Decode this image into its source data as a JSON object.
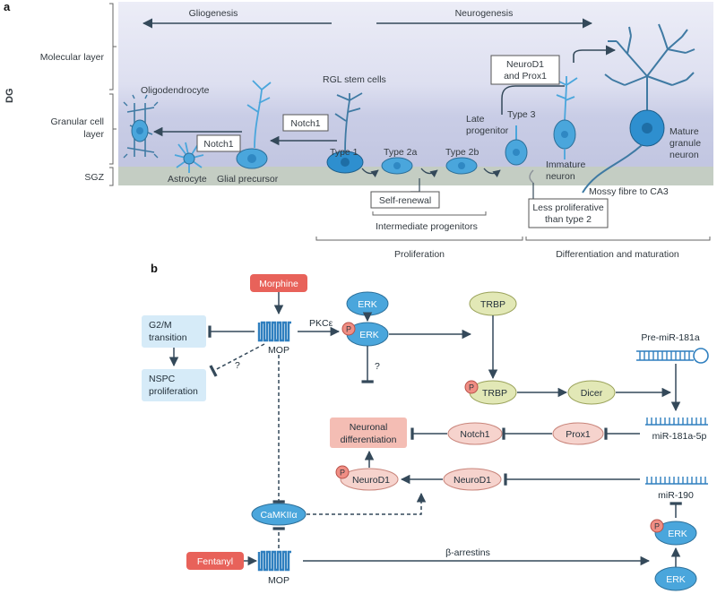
{
  "panel_a": {
    "letter": "a",
    "dg": "DG",
    "layers": {
      "molecular": "Molecular layer",
      "granular_1": "Granular cell",
      "granular_2": "layer",
      "sgz": "SGZ"
    },
    "arrows": {
      "gliogenesis": "Gliogenesis",
      "neurogenesis": "Neurogenesis"
    },
    "cells": {
      "oligodendrocyte": "Oligodendrocyte",
      "astrocyte": "Astrocyte",
      "glial_precursor": "Glial precursor",
      "rgl": "RGL stem cells",
      "type1": "Type 1",
      "type2a": "Type 2a",
      "type2b": "Type 2b",
      "late_progenitor_1": "Late",
      "late_progenitor_2": "progenitor",
      "type3": "Type 3",
      "immature_1": "Immature",
      "immature_2": "neuron",
      "mature_1": "Mature",
      "mature_2": "granule",
      "mature_3": "neuron"
    },
    "boxes": {
      "notch1_a": "Notch1",
      "notch1_b": "Notch1",
      "neurod1_prox1_1": "NeuroD1",
      "neurod1_prox1_2": "and Prox1",
      "self_renewal": "Self-renewal",
      "less_prolif_1": "Less proliferative",
      "less_prolif_2": "than type 2"
    },
    "labels": {
      "mossy": "Mossy fibre to CA3",
      "intermediate": "Intermediate progenitors",
      "proliferation": "Proliferation",
      "differentiation": "Differentiation and maturation"
    }
  },
  "panel_b": {
    "letter": "b",
    "morphine": "Morphine",
    "fentanyl": "Fentanyl",
    "mop_top": "MOP",
    "mop_bottom": "MOP",
    "g2m_1": "G2/M",
    "g2m_2": "transition",
    "nspc_1": "NSPC",
    "nspc_2": "proliferation",
    "question_1": "?",
    "question_2": "?",
    "pkc": "PKCε",
    "erk_top": "ERK",
    "erk_p": "ERK",
    "trbp": "TRBP",
    "trbp_p": "TRBP",
    "dicer": "Dicer",
    "pre_mir": "Pre-miR-181a",
    "mir181": "miR-181a-5p",
    "prox1": "Prox1",
    "notch1": "Notch1",
    "neuronal_1": "Neuronal",
    "neuronal_2": "differentiation",
    "neurod1_p": "NeuroD1",
    "neurod1": "NeuroD1",
    "mir190": "miR-190",
    "camkii": "CaMKIIα",
    "arrestins": "β-arrestins",
    "erk_right_p": "ERK",
    "erk_right": "ERK",
    "p": "P"
  },
  "colors": {
    "blue_node": "#4aa6dc",
    "green_node": "#e2e8b6",
    "pink_node": "#f6d3cd",
    "red_drug": "#e8625a",
    "light_blue_box": "#d6ebf8",
    "line": "#34495a"
  }
}
